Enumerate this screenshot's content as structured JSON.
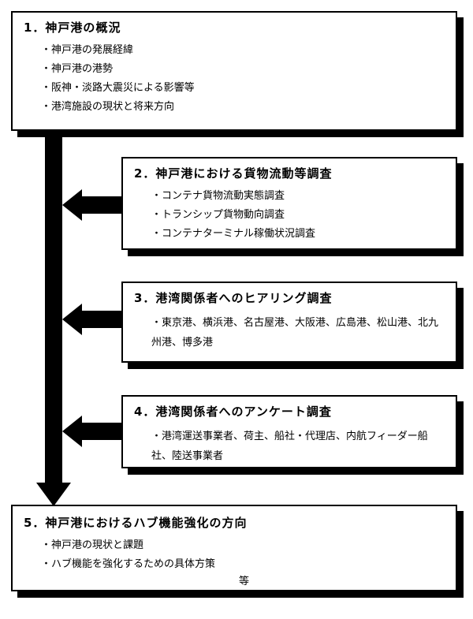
{
  "boxes": {
    "b1": {
      "title": "1．神戸港の概況",
      "items": [
        "神戸港の発展経緯",
        "神戸港の港勢",
        "阪神・淡路大震災による影響等",
        "港湾施設の現状と将来方向"
      ]
    },
    "b2": {
      "title": "2．神戸港における貨物流動等調査",
      "items": [
        "コンテナ貨物流動実態調査",
        "トランシップ貨物動向調査",
        "コンテナターミナル稼働状況調査"
      ]
    },
    "b3": {
      "title": "3．港湾関係者へのヒアリング調査",
      "text": "・東京港、横浜港、名古屋港、大阪港、広島港、松山港、北九州港、博多港"
    },
    "b4": {
      "title": "4．港湾関係者へのアンケート調査",
      "text": "・港湾運送事業者、荷主、船社・代理店、内航フィーダー船社、陸送事業者"
    },
    "b5": {
      "title": "5．神戸港におけるハブ機能強化の方向",
      "items": [
        "神戸港の現状と課題",
        "ハブ機能を強化するための具体方策"
      ],
      "suffix": "等"
    }
  }
}
